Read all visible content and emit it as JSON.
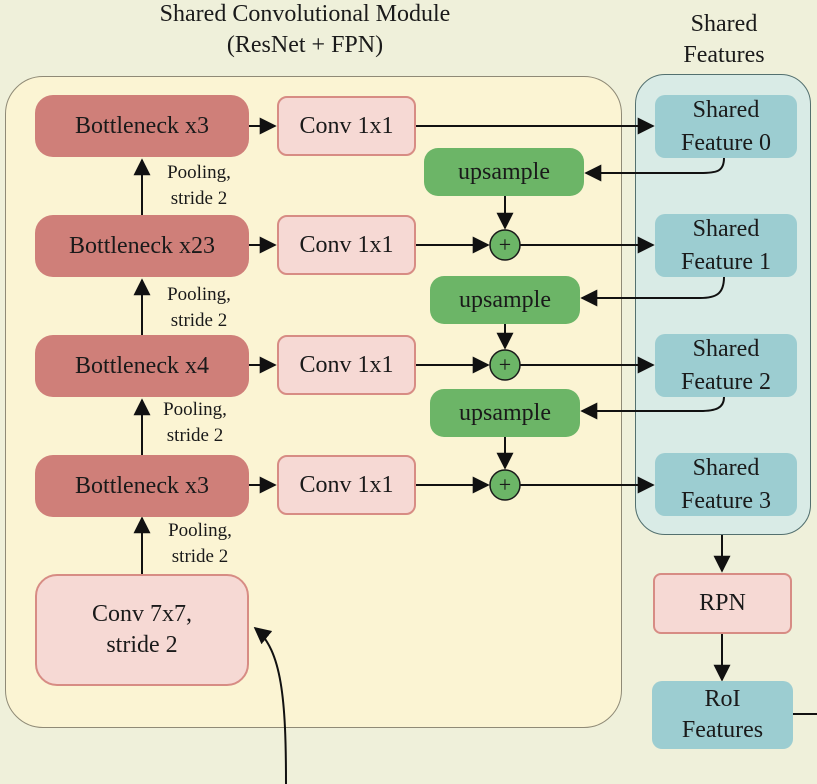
{
  "module_title": [
    "Shared Convolutional Module",
    "(ResNet + FPN)"
  ],
  "features_title": [
    "Shared",
    "Features"
  ],
  "bottlenecks": [
    "Bottleneck x3",
    "Bottleneck x23",
    "Bottleneck x4",
    "Bottleneck x3"
  ],
  "conv1x1": [
    "Conv 1x1",
    "Conv 1x1",
    "Conv 1x1",
    "Conv 1x1"
  ],
  "conv7": [
    "Conv 7x7,",
    "stride 2"
  ],
  "pooling": [
    [
      "Pooling,",
      "stride 2"
    ],
    [
      "Pooling,",
      "stride 2"
    ],
    [
      "Pooling,",
      "stride 2"
    ],
    [
      "Pooling,",
      "stride 2"
    ]
  ],
  "upsample": [
    "upsample",
    "upsample",
    "upsample"
  ],
  "adder_symbol": "+",
  "shared_features": [
    [
      "Shared",
      "Feature 0"
    ],
    [
      "Shared",
      "Feature 1"
    ],
    [
      "Shared",
      "Feature 2"
    ],
    [
      "Shared",
      "Feature 3"
    ]
  ],
  "rpn": "RPN",
  "roi": [
    "RoI",
    "Features"
  ],
  "colors": {
    "background": "#eff0da",
    "module_region": "#fbf4d3",
    "shared_region": "#d9ebe6",
    "bottleneck": "#cf7f79",
    "conv": "#f6d9d4",
    "upsample": "#6cb567",
    "shared_feature": "#9ccdd1"
  }
}
